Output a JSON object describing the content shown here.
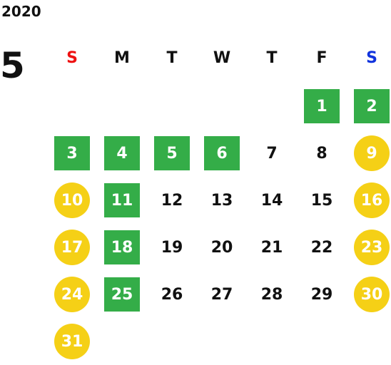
{
  "calendar": {
    "year": "2020",
    "month": "5",
    "weekdays": [
      {
        "label": "S",
        "color": "#ee1111"
      },
      {
        "label": "M",
        "color": "#111111"
      },
      {
        "label": "T",
        "color": "#111111"
      },
      {
        "label": "W",
        "color": "#111111"
      },
      {
        "label": "T",
        "color": "#111111"
      },
      {
        "label": "F",
        "color": "#111111"
      },
      {
        "label": "S",
        "color": "#1133dd"
      }
    ],
    "first_weekday_index": 5,
    "days": [
      {
        "day": "1",
        "style": "green"
      },
      {
        "day": "2",
        "style": "green"
      },
      {
        "day": "3",
        "style": "green"
      },
      {
        "day": "4",
        "style": "green"
      },
      {
        "day": "5",
        "style": "green"
      },
      {
        "day": "6",
        "style": "green"
      },
      {
        "day": "7",
        "style": "plain"
      },
      {
        "day": "8",
        "style": "plain"
      },
      {
        "day": "9",
        "style": "yellow"
      },
      {
        "day": "10",
        "style": "yellow"
      },
      {
        "day": "11",
        "style": "green"
      },
      {
        "day": "12",
        "style": "plain"
      },
      {
        "day": "13",
        "style": "plain"
      },
      {
        "day": "14",
        "style": "plain"
      },
      {
        "day": "15",
        "style": "plain"
      },
      {
        "day": "16",
        "style": "yellow"
      },
      {
        "day": "17",
        "style": "yellow"
      },
      {
        "day": "18",
        "style": "green"
      },
      {
        "day": "19",
        "style": "plain"
      },
      {
        "day": "20",
        "style": "plain"
      },
      {
        "day": "21",
        "style": "plain"
      },
      {
        "day": "22",
        "style": "plain"
      },
      {
        "day": "23",
        "style": "yellow"
      },
      {
        "day": "24",
        "style": "yellow"
      },
      {
        "day": "25",
        "style": "green"
      },
      {
        "day": "26",
        "style": "plain"
      },
      {
        "day": "27",
        "style": "plain"
      },
      {
        "day": "28",
        "style": "plain"
      },
      {
        "day": "29",
        "style": "plain"
      },
      {
        "day": "30",
        "style": "yellow"
      },
      {
        "day": "31",
        "style": "yellow"
      }
    ],
    "colors": {
      "green": "#34ad48",
      "yellow": "#f5d016",
      "sunday": "#ee1111",
      "saturday": "#1133dd"
    }
  }
}
